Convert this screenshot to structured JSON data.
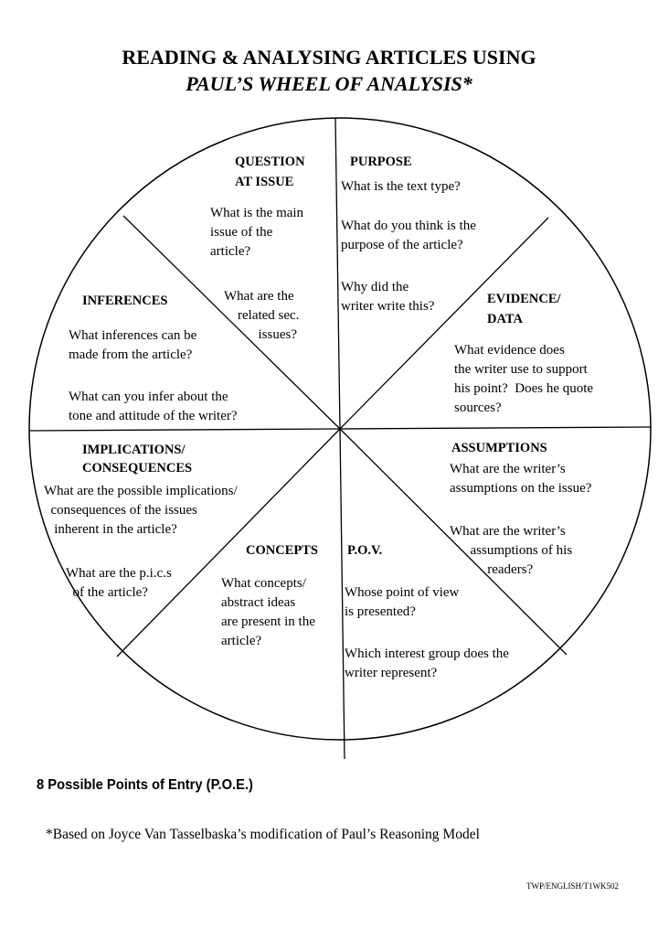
{
  "title": {
    "line1": "READING & ANALYSING ARTICLES USING",
    "line2": "PAUL’S WHEEL OF ANALYSIS*"
  },
  "sectors": {
    "question": {
      "heading1": "QUESTION",
      "heading2": "AT ISSUE",
      "text1": "What is the main\nissue of the\narticle?",
      "text2": "What are the\n    related sec.\n          issues?"
    },
    "purpose": {
      "heading": "PURPOSE",
      "text1": "What is the text type?",
      "text2": "What do you think is the\npurpose of the article?",
      "text3": "Why did the\nwriter write this?"
    },
    "evidence": {
      "heading1": "EVIDENCE/",
      "heading2": "DATA",
      "text": "What evidence does\nthe writer use to support\nhis point?  Does he quote\nsources?"
    },
    "inferences": {
      "heading": "INFERENCES",
      "text1": "What inferences can be\nmade from the article?",
      "text2": "What can you infer about the\ntone and attitude of the writer?"
    },
    "implications": {
      "heading1": "IMPLICATIONS/",
      "heading2": "CONSEQUENCES",
      "text1": "What are the possible implications/\n  consequences of the issues\n   inherent in the article?",
      "text2": "What are the p.i.c.s\n  of the article?"
    },
    "assumptions": {
      "heading": "ASSUMPTIONS",
      "text1": "What are the writer’s\nassumptions on the issue?",
      "text2": "What are the writer’s\n      assumptions of his\n           readers?"
    },
    "concepts": {
      "heading": "CONCEPTS",
      "text": "What concepts/\nabstract ideas\nare present in the\narticle?"
    },
    "pov": {
      "heading": "P.O.V.",
      "text1": "Whose point of view\nis presented?",
      "text2": "Which interest group does the\nwriter represent?"
    }
  },
  "points_of_entry": "8 Possible Points of Entry (P.O.E.)",
  "footnote": "*Based on Joyce Van Tasselbaska’s modification of Paul’s Reasoning Model",
  "reference": "TWP/ENGLISH/T1WK502"
}
